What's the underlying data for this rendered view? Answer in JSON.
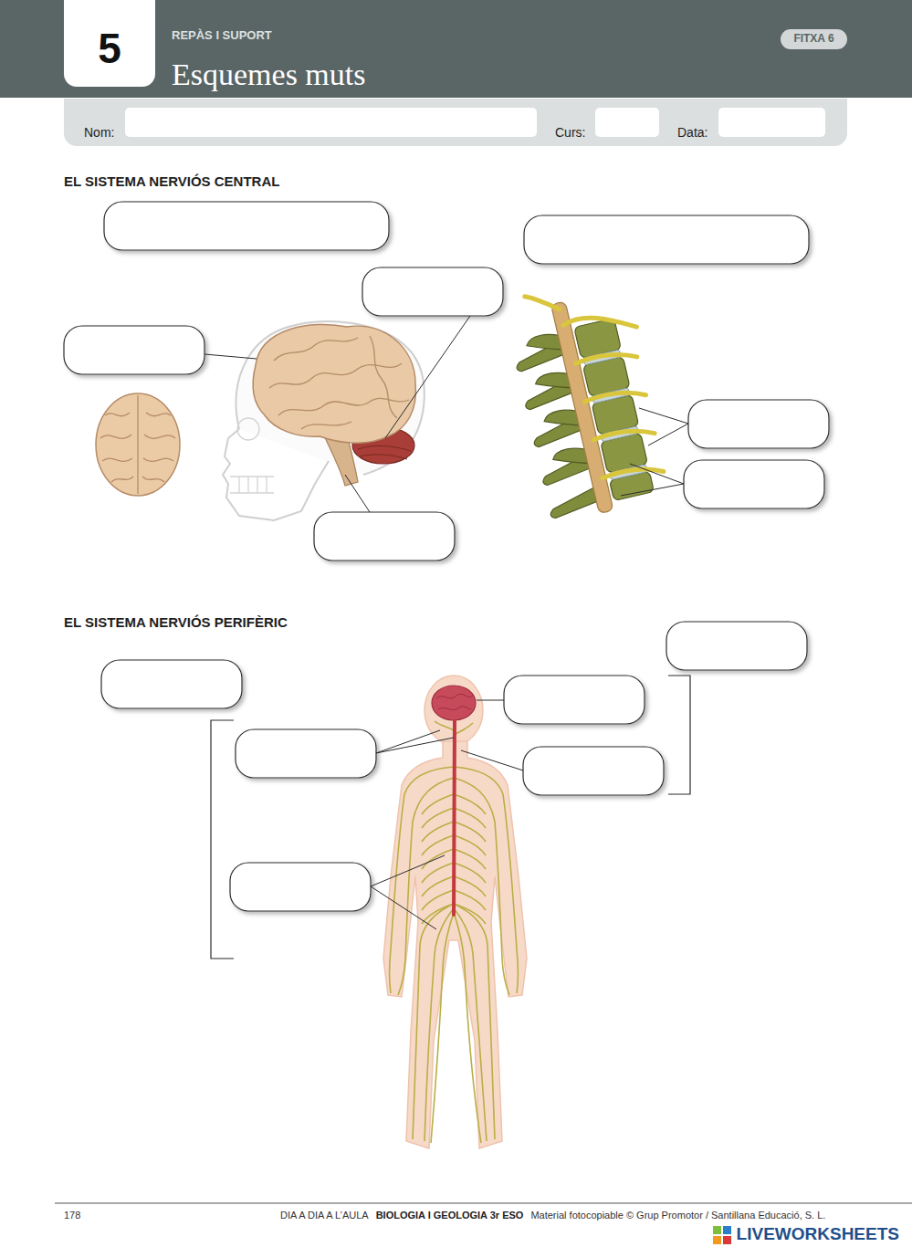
{
  "diagram": {
    "title": "Esquemes muts",
    "nodes": [
      {
        "text": [
          "5"
        ]
      },
      {
        "text": [
          "FITXA 6"
        ]
      },
      {
        "text": [
          "Nom:",
          "Curs:",
          "Data:"
        ]
      }
    ],
    "labels": [
      "REPÀS I SUPORT",
      "EL SISTEMA NERVIÓS CENTRAL",
      "EL SISTEMA NERVIÓS PERIFÈRIC",
      "178",
      "DIA A DIA A L’AULA",
      "BIOLOGIA I GEOLOGIA 3r ESO",
      "Material fotocopiable © Grup Promotor / Santillana Educació, S. L.",
      "LIVEWORKSHEETS"
    ]
  }
}
